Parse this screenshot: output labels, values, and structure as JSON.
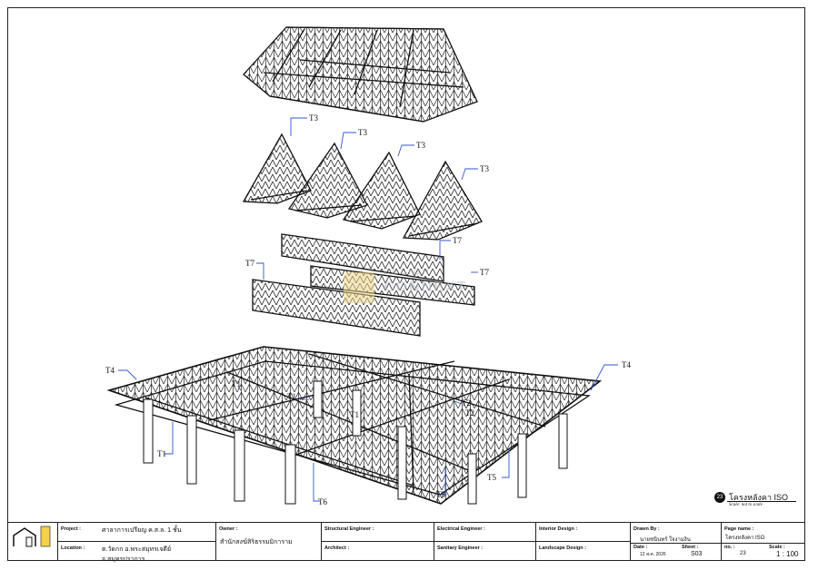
{
  "labels": {
    "t3": "T3",
    "t7": "T7",
    "t4": "T4",
    "t1": "T1",
    "t2": "T2",
    "t5": "T5",
    "t6": "T6"
  },
  "watermark": {
    "line1": "DESIGN",
    "line2": "CONNEXT"
  },
  "view": {
    "number": "23",
    "name": "โครงหลังคา ISO",
    "scale_note": "Scale: not to scale"
  },
  "title_block": {
    "project_label": "Project :",
    "project_value": "ศาลาการเปรียญ ค.ส.ล. 1 ชั้น",
    "location_label": "Location :",
    "location_value": "ต.วัดกก อ.พระสมุทรเจดีย์ จ.สมุทรปราการ",
    "owner_label": "Owner :",
    "owner_value": "สำนักสงฆ์สิริธรรมมิการาม",
    "structural_label": "Structural Engineer :",
    "architect_label": "Architect :",
    "electrical_label": "Electrical Engineer :",
    "sanitary_label": "Sanitary Engineer :",
    "interior_label": "Interior Design :",
    "landscape_label": "Landscape Design :",
    "drawn_label": "Drawn By :",
    "drawn_value": "นายชนินทร์ ใจงามงิน",
    "date_label": "Date :",
    "date_value": "12 ส.ค. 2026",
    "sheet_label": "Sheet :",
    "sheet_value": "S03",
    "page_label": "Page name :",
    "page_value": "โครงหลังคา ISO",
    "no_label": "no. :",
    "no_value": "23",
    "scale_label": "Scale :",
    "scale_value": "1 : 100"
  }
}
